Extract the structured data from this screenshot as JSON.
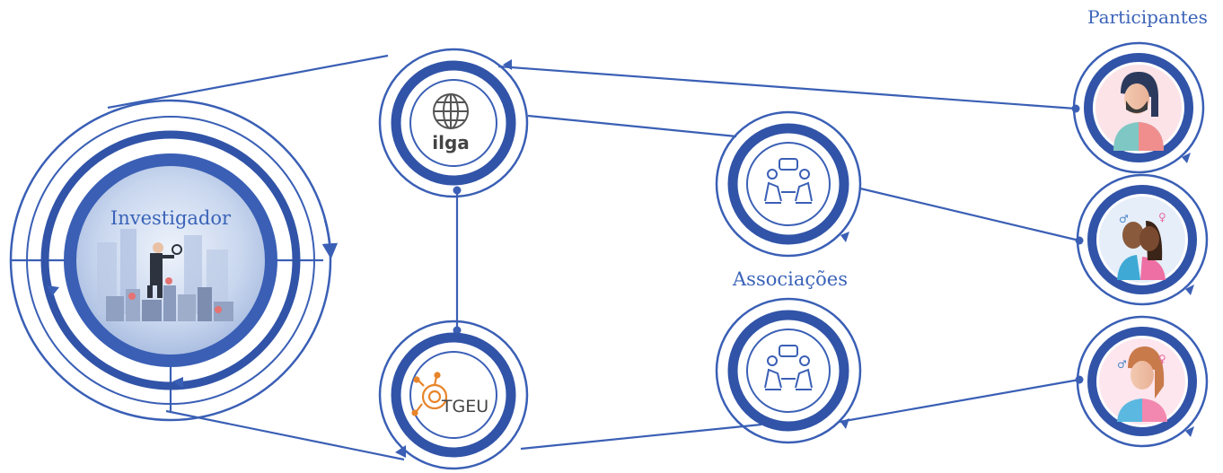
{
  "labels": {
    "participants": "Participantes",
    "associations": "Associações",
    "researcher": "Investigador"
  },
  "logos": {
    "ilga": "ilga",
    "tgeu": "TGEU"
  },
  "icons": {
    "ilga": "globe-icon",
    "association_1": "meeting-people-icon",
    "association_2": "meeting-people-icon",
    "tgeu": "tgeu-network-icon",
    "participant_1": "person-avatar",
    "participant_2": "couple-avatar",
    "participant_3": "gender-avatar",
    "researcher": "detective-city-illustration"
  },
  "colors": {
    "primary": "#3a5fb5",
    "ring_dark": "#3154a8",
    "tgeu_orange": "#e8842a"
  }
}
